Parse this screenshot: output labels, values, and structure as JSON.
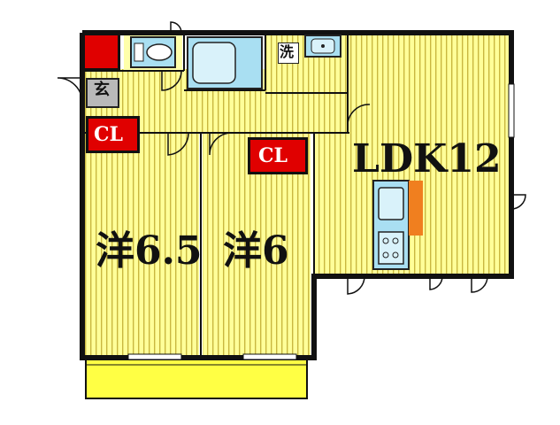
{
  "rooms": {
    "ldk": "LDK12",
    "western1": "洋6.5",
    "western2": "洋6",
    "closet1": "CL",
    "closet2": "CL",
    "entrance": "玄",
    "washroom": "洗"
  },
  "colors": {
    "floor": "#ffff99",
    "stripe": "#d8c84a",
    "closet": "#e00000",
    "fixture": "#a9dff2",
    "balcony": "#ffff44",
    "accent": "#f07f1f"
  },
  "icons": [
    "toilet-icon",
    "bathtub-icon",
    "sink-icon",
    "kitchen-sink-icon",
    "stove-icon",
    "door-icon"
  ]
}
